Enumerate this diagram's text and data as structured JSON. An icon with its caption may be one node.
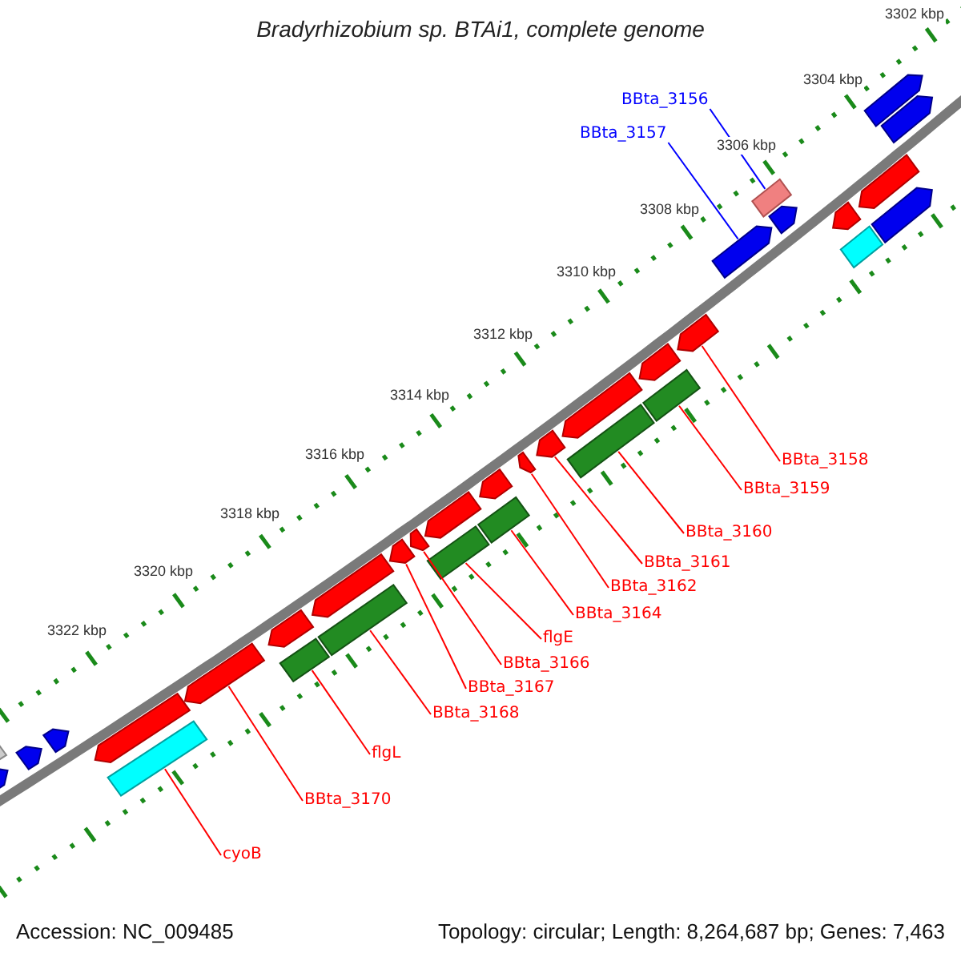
{
  "diagram": {
    "title": "Bradyrhizobium sp. BTAi1, complete genome",
    "nodes": [
      {
        "text": [
          "BBta_3156"
        ]
      },
      {
        "text": [
          "BBta_3157"
        ]
      },
      {
        "text": [
          "BBta_3158"
        ]
      },
      {
        "text": [
          "BBta_3159"
        ]
      },
      {
        "text": [
          "BBta_3160"
        ]
      },
      {
        "text": [
          "BBta_3161"
        ]
      },
      {
        "text": [
          "BBta_3162"
        ]
      },
      {
        "text": [
          "BBta_3164"
        ]
      },
      {
        "text": [
          "flgE"
        ]
      },
      {
        "text": [
          "BBta_3166"
        ]
      },
      {
        "text": [
          "BBta_3167"
        ]
      },
      {
        "text": [
          "BBta_3168"
        ]
      },
      {
        "text": [
          "flgL"
        ]
      },
      {
        "text": [
          "BBta_3170"
        ]
      },
      {
        "text": [
          "cyoB"
        ]
      },
      {
        "text": [],
        "shape": "arrow"
      },
      {
        "text": [],
        "shape": "box"
      },
      {
        "text": [],
        "shape": "arrow"
      },
      {
        "text": [],
        "shape": "arrow"
      },
      {
        "text": [],
        "shape": "box"
      },
      {
        "text": [],
        "shape": "arrow"
      },
      {
        "text": [],
        "shape": "arrow"
      },
      {
        "text": [],
        "shape": "box"
      },
      {
        "text": [],
        "shape": "arrow"
      },
      {
        "text": [],
        "shape": "box"
      },
      {
        "text": [],
        "shape": "arrow"
      },
      {
        "text": [],
        "shape": "arrow"
      },
      {
        "text": [],
        "shape": "arrow"
      },
      {
        "text": [],
        "shape": "box"
      },
      {
        "text": [],
        "shape": "arrow"
      },
      {
        "text": [],
        "shape": "box"
      },
      {
        "text": [],
        "shape": "arrow"
      },
      {
        "text": [],
        "shape": "arrow"
      },
      {
        "text": [],
        "shape": "arrow"
      },
      {
        "text": [],
        "shape": "box"
      },
      {
        "text": [],
        "shape": "arrow"
      },
      {
        "text": [],
        "shape": "box"
      },
      {
        "text": [],
        "shape": "arrow"
      },
      {
        "text": [],
        "shape": "arrow"
      },
      {
        "text": [],
        "shape": "arrow"
      },
      {
        "text": [],
        "shape": "box"
      },
      {
        "text": [],
        "shape": "arrow"
      },
      {
        "text": [],
        "shape": "box"
      },
      {
        "text": [],
        "shape": "arrow"
      },
      {
        "text": [],
        "shape": "arrow"
      },
      {
        "text": [],
        "shape": "arrow"
      },
      {
        "text": [],
        "shape": "arrow"
      },
      {
        "text": [],
        "shape": "arrow"
      }
    ],
    "edges": [
      {
        "from": 0,
        "to": 40,
        "arrow": "none",
        "color": "#0000ff"
      },
      {
        "from": 1,
        "to": 39,
        "arrow": "none",
        "color": "#0000ff"
      },
      {
        "from": 2,
        "to": 38,
        "arrow": "none"
      },
      {
        "from": 3,
        "to": 36,
        "arrow": "none"
      },
      {
        "from": 4,
        "to": 34,
        "arrow": "none"
      },
      {
        "from": 5,
        "to": 33,
        "arrow": "none"
      },
      {
        "from": 6,
        "to": 32,
        "arrow": "none"
      },
      {
        "from": 7,
        "to": 30,
        "arrow": "none"
      },
      {
        "from": 8,
        "to": 28,
        "arrow": "none"
      },
      {
        "from": 9,
        "to": 27,
        "arrow": "none"
      },
      {
        "from": 10,
        "to": 26,
        "arrow": "none"
      },
      {
        "from": 11,
        "to": 24,
        "arrow": "none"
      },
      {
        "from": 12,
        "to": 22,
        "arrow": "none"
      },
      {
        "from": 13,
        "to": 21,
        "arrow": "none"
      },
      {
        "from": 14,
        "to": 19,
        "arrow": "none"
      }
    ],
    "labels": [
      "3302 kbp",
      "3304 kbp",
      "3306 kbp",
      "3308 kbp",
      "3310 kbp",
      "3312 kbp",
      "3314 kbp",
      "3316 kbp",
      "3318 kbp",
      "3320 kbp",
      "3322 kbp",
      "Accession: NC_009485",
      "Topology: circular; Length: 8,264,687 bp; Genes: 7,463"
    ]
  }
}
